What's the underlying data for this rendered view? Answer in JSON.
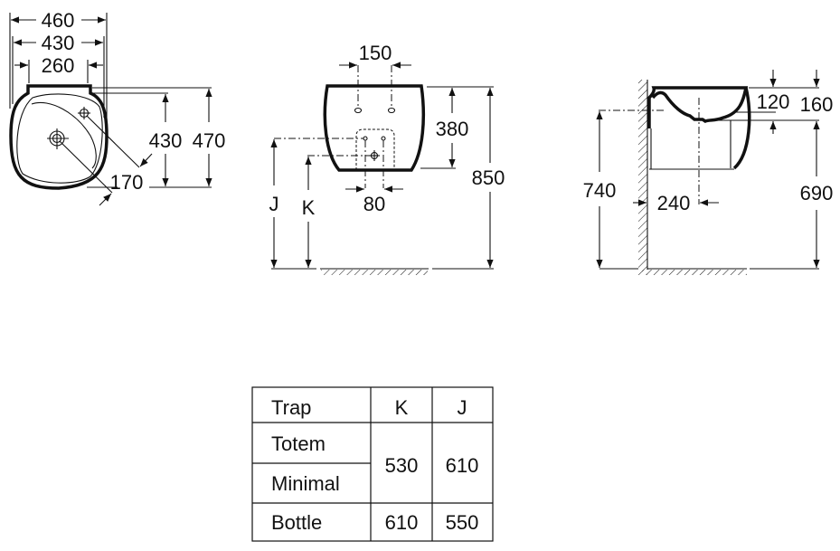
{
  "plan_view": {
    "width_outer": "460",
    "width_inner": "430",
    "width_top": "260",
    "depth_inner": "430",
    "depth_outer": "470",
    "tap_offset": "170"
  },
  "front_view": {
    "fixing_spacing": "150",
    "waste_spacing": "80",
    "bowl_height": "380",
    "rim_height": "850",
    "label_j": "J",
    "label_k": "K"
  },
  "side_view": {
    "rim_depth_a": "120",
    "rim_depth_b": "160",
    "waste_height": "740",
    "pedestal_height": "690",
    "wall_offset": "240"
  },
  "trap_table": {
    "headers": [
      "Trap",
      "K",
      "J"
    ],
    "rows": [
      {
        "trap": "Totem"
      },
      {
        "trap": "Minimal"
      },
      {
        "trap": "Bottle",
        "k": "610",
        "j": "550"
      }
    ],
    "merged": {
      "k": "530",
      "j": "610"
    }
  }
}
